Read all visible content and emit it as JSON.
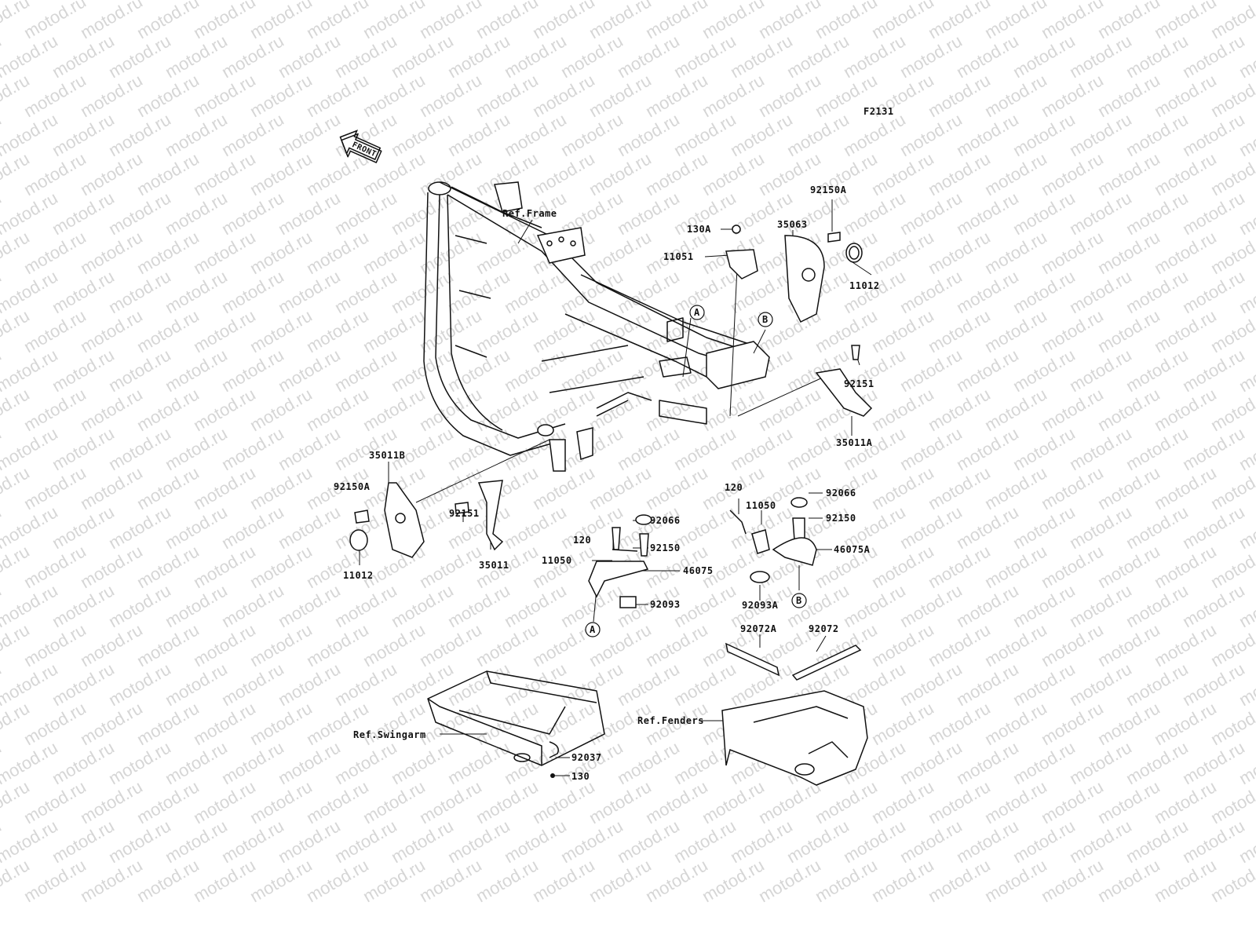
{
  "figure_code": "F2131",
  "watermark": "motod.ru",
  "front_arrow": "FRONT",
  "references": {
    "frame": "Ref.Frame",
    "swingarm": "Ref.Swingarm",
    "fenders": "Ref.Fenders"
  },
  "callouts": {
    "a": "A",
    "b": "B"
  },
  "parts": {
    "p130A": "130A",
    "p11051": "11051",
    "p35063": "35063",
    "p92150A_r": "92150A",
    "p11012_r": "11012",
    "p92151_r": "92151",
    "p35011A": "35011A",
    "p35011B": "35011B",
    "p92150A_l": "92150A",
    "p92151_l": "92151",
    "p11012_l": "11012",
    "p35011": "35011",
    "p120_a": "120",
    "p11050_a": "11050",
    "p92066_a": "92066",
    "p92150_a": "92150",
    "p46075": "46075",
    "p92093": "92093",
    "p120_b": "120",
    "p11050_b": "11050",
    "p92066_b": "92066",
    "p92150_b": "92150",
    "p46075A": "46075A",
    "p92093A": "92093A",
    "p92072A": "92072A",
    "p92072": "92072",
    "p92037": "92037",
    "p130": "130"
  }
}
